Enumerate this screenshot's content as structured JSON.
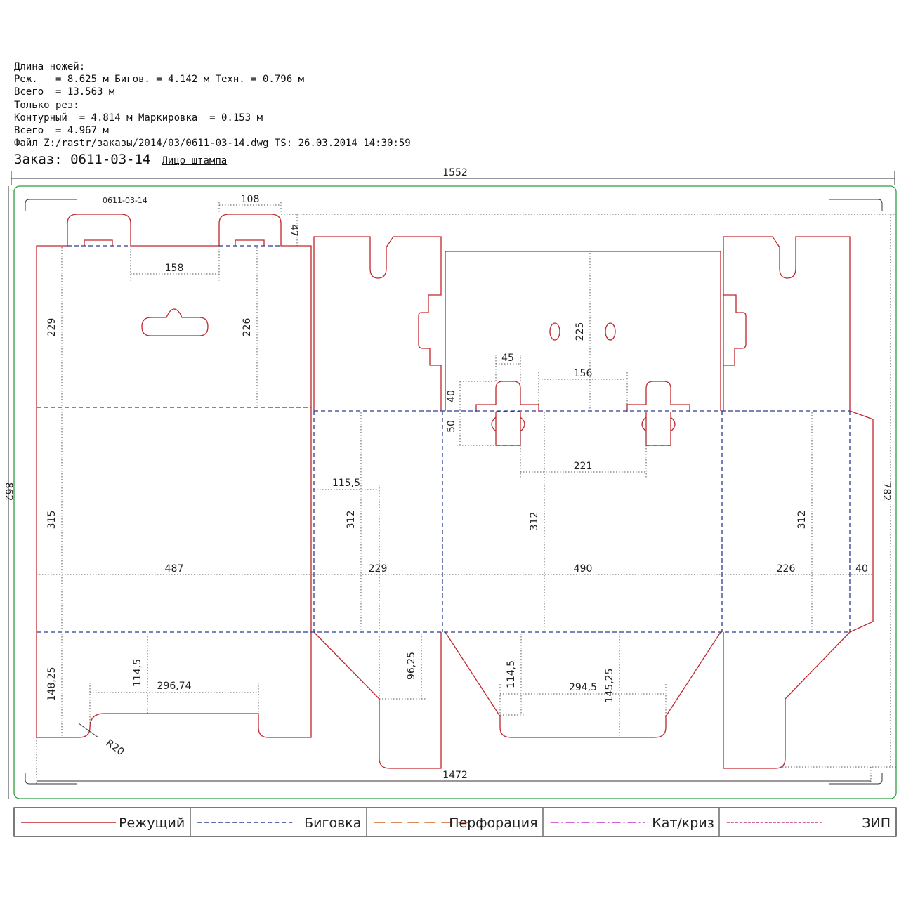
{
  "header": {
    "lines": [
      "Длина ножей:",
      "Реж.   = 8.625 м Бигов. = 4.142 м Техн. = 0.796 м",
      "Всего  = 13.563 м",
      "Только рез:",
      "Контурный  = 4.814 м Маркировка  = 0.153 м",
      "Всего  = 4.967 м",
      "Файл Z:/rastr/заказы/2014/03/0611-03-14.dwg TS: 26.03.2014 14:30:59"
    ],
    "order_label": "Заказ: 0611-03-14",
    "face_label": "Лицо штампа"
  },
  "drawing": {
    "stamp_id": "0611-03-14",
    "dims": {
      "overall_width": "1552",
      "overall_height": "862",
      "right_height": "782",
      "bottom_width": "1472",
      "d108": "108",
      "d47": "47",
      "d158": "158",
      "d229a": "229",
      "d226a": "226",
      "d225": "225",
      "d45": "45",
      "d156": "156",
      "d40a": "40",
      "d50": "50",
      "d221": "221",
      "d115": "115,5",
      "d315": "315",
      "d312a": "312",
      "d312b": "312",
      "d312c": "312",
      "d487": "487",
      "d229b": "229",
      "d490": "490",
      "d226b": "226",
      "d40b": "40",
      "d148": "148,25",
      "d114a": "114,5",
      "d296": "296,74",
      "d96": "96,25",
      "d114b": "114,5",
      "d294": "294,5",
      "d145": "145,25",
      "r20": "R20"
    }
  },
  "legend": {
    "items": [
      {
        "label": "Режущий",
        "color": "#c0272d",
        "dash": ""
      },
      {
        "label": "Биговка",
        "color": "#2b3a8f",
        "dash": "6 4"
      },
      {
        "label": "Перфорация",
        "color": "#d0602a",
        "dash": "16 8"
      },
      {
        "label": "Кат/криз",
        "color": "#c030c8",
        "dash": "12 4 2 4"
      },
      {
        "label": "ЗИП",
        "color": "#c03080",
        "dash": "4 2"
      }
    ]
  }
}
